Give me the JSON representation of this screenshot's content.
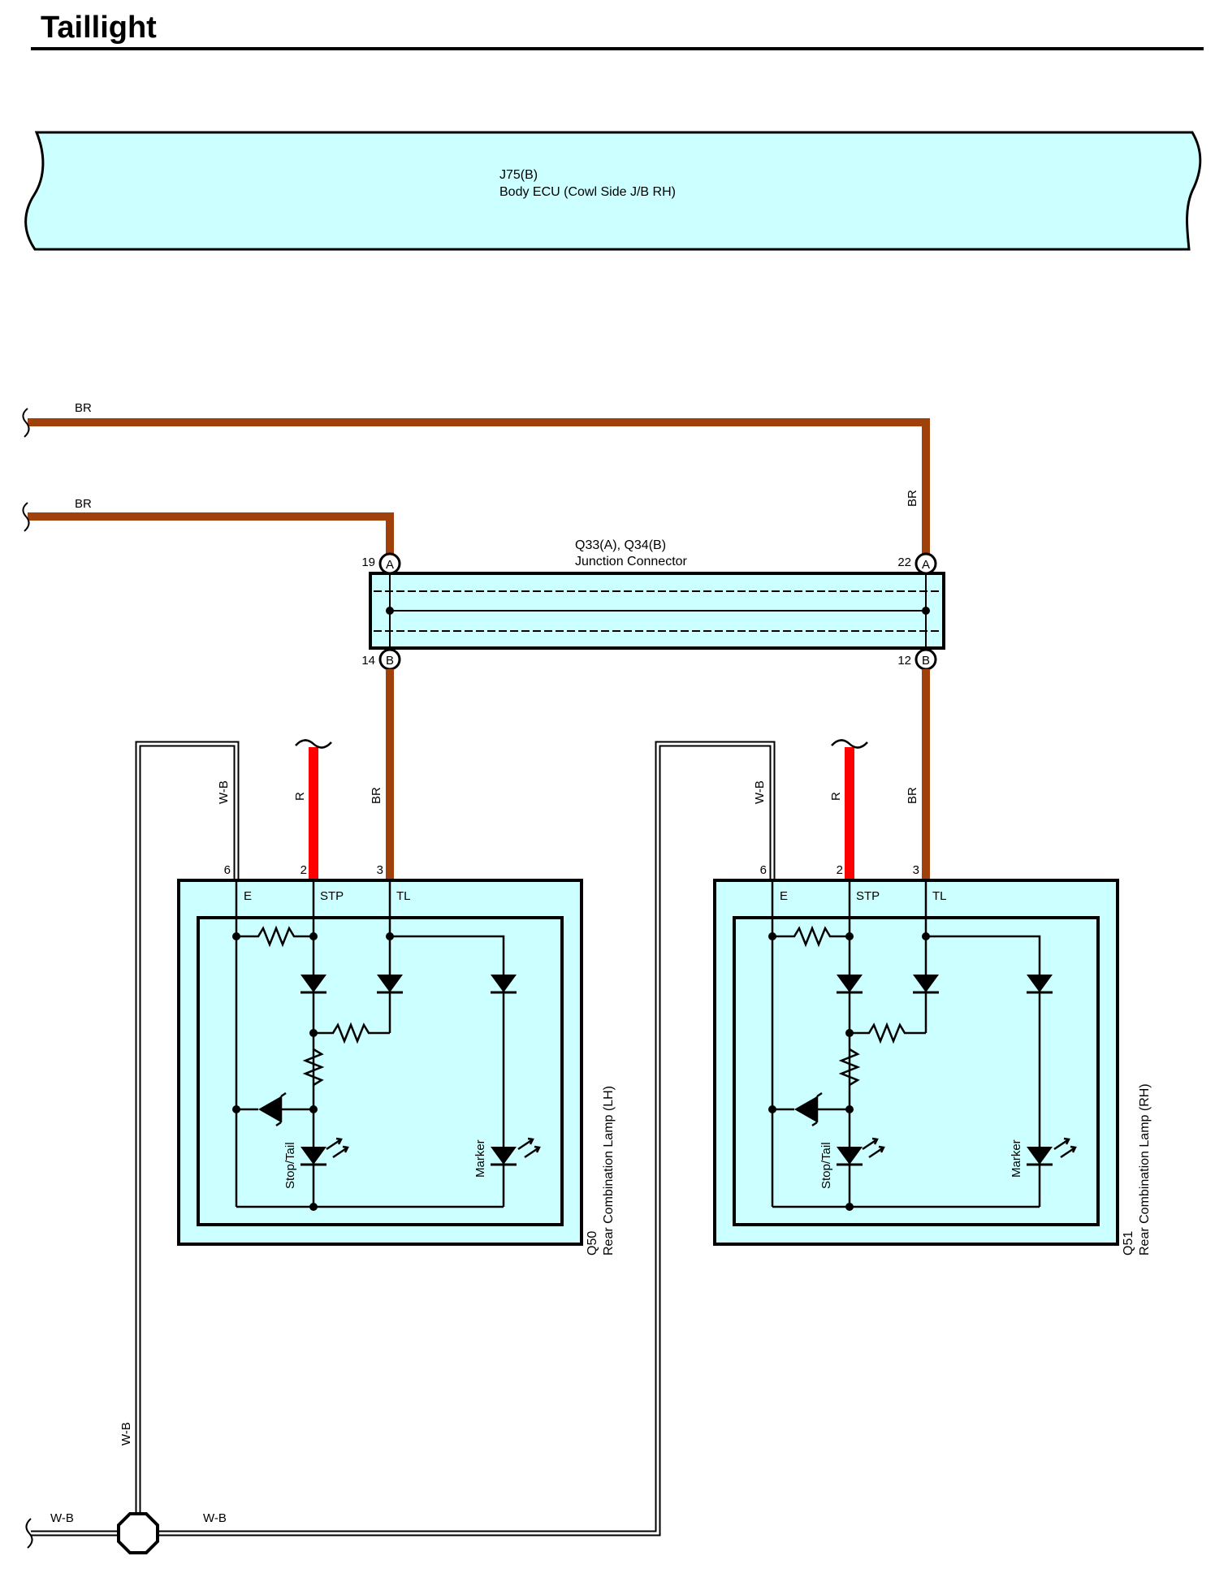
{
  "title": "Taillight",
  "ecu": {
    "code": "J75(B)",
    "name": "Body ECU (Cowl Side J/B RH)",
    "fill": "#ccffff"
  },
  "junction": {
    "code": "Q33(A), Q34(B)",
    "name": "Junction Connector",
    "pins": {
      "a_left": "19",
      "a_right": "22",
      "b_left": "14",
      "b_right": "12"
    },
    "letters": {
      "a": "A",
      "b": "B"
    }
  },
  "wires": {
    "br": "BR",
    "r": "R",
    "wb": "W-B",
    "colors": {
      "br": "#a0400a",
      "r": "#ff0000",
      "wb_outline": "#000000"
    }
  },
  "lamps": [
    {
      "code": "Q50",
      "name": "Rear Combination Lamp (LH)",
      "pin_e": "6",
      "pin_stp": "2",
      "pin_tl": "3",
      "term_e": "E",
      "term_stp": "STP",
      "term_tl": "TL",
      "stop_tail": "Stop/Tail",
      "marker": "Marker"
    },
    {
      "code": "Q51",
      "name": "Rear Combination Lamp (RH)",
      "pin_e": "6",
      "pin_stp": "2",
      "pin_tl": "3",
      "term_e": "E",
      "term_stp": "STP",
      "term_tl": "TL",
      "stop_tail": "Stop/Tail",
      "marker": "Marker"
    }
  ]
}
